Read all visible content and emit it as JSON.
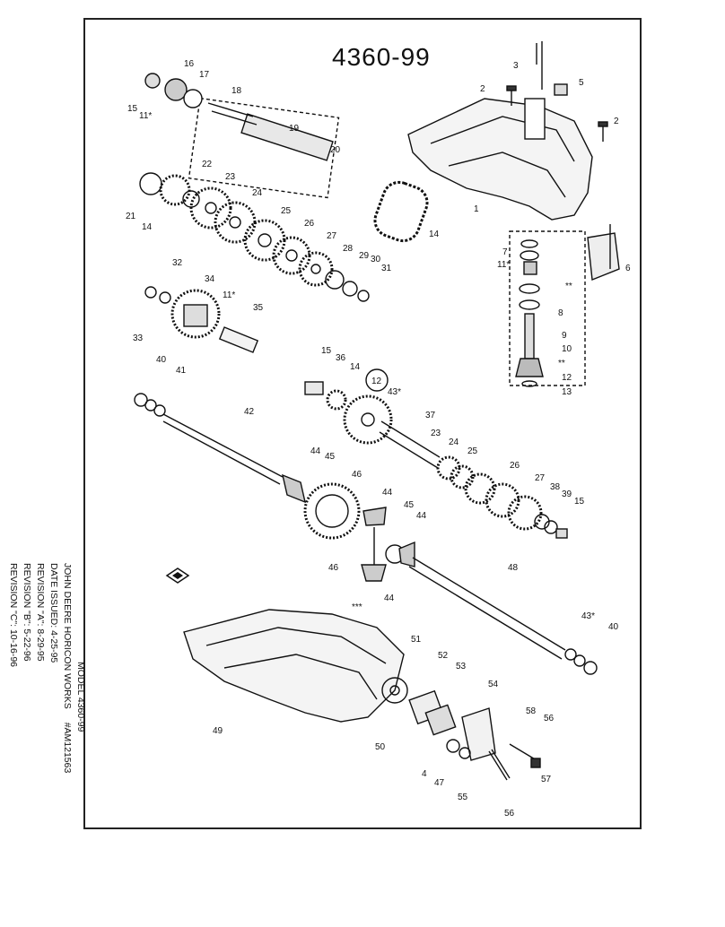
{
  "diagram": {
    "title": "4360-99",
    "part_labels": [
      {
        "id": "p1",
        "text": "1"
      },
      {
        "id": "p2a",
        "text": "2"
      },
      {
        "id": "p2b",
        "text": "2"
      },
      {
        "id": "p3",
        "text": "3"
      },
      {
        "id": "p4",
        "text": "4"
      },
      {
        "id": "p5",
        "text": "5"
      },
      {
        "id": "p6",
        "text": "6"
      },
      {
        "id": "p7",
        "text": "7"
      },
      {
        "id": "p8",
        "text": "8"
      },
      {
        "id": "p9",
        "text": "9"
      },
      {
        "id": "p10",
        "text": "10"
      },
      {
        "id": "p11a",
        "text": "11*"
      },
      {
        "id": "p11b",
        "text": "11*"
      },
      {
        "id": "p11c",
        "text": "11*"
      },
      {
        "id": "p12a",
        "text": "12"
      },
      {
        "id": "p12b",
        "text": "12"
      },
      {
        "id": "p13",
        "text": "13"
      },
      {
        "id": "p14a",
        "text": "14"
      },
      {
        "id": "p14b",
        "text": "14"
      },
      {
        "id": "p14c",
        "text": "14"
      },
      {
        "id": "p15a",
        "text": "15"
      },
      {
        "id": "p15b",
        "text": "15"
      },
      {
        "id": "p15c",
        "text": "15"
      },
      {
        "id": "p16",
        "text": "16"
      },
      {
        "id": "p17",
        "text": "17"
      },
      {
        "id": "p18",
        "text": "18"
      },
      {
        "id": "p19",
        "text": "19"
      },
      {
        "id": "p20",
        "text": "20"
      },
      {
        "id": "p21",
        "text": "21"
      },
      {
        "id": "p22",
        "text": "22"
      },
      {
        "id": "p23a",
        "text": "23"
      },
      {
        "id": "p23b",
        "text": "23"
      },
      {
        "id": "p24a",
        "text": "24"
      },
      {
        "id": "p24b",
        "text": "24"
      },
      {
        "id": "p25a",
        "text": "25"
      },
      {
        "id": "p25b",
        "text": "25"
      },
      {
        "id": "p26a",
        "text": "26"
      },
      {
        "id": "p26b",
        "text": "26"
      },
      {
        "id": "p27a",
        "text": "27"
      },
      {
        "id": "p27b",
        "text": "27"
      },
      {
        "id": "p28",
        "text": "28"
      },
      {
        "id": "p29",
        "text": "29"
      },
      {
        "id": "p30",
        "text": "30"
      },
      {
        "id": "p31",
        "text": "31"
      },
      {
        "id": "p32",
        "text": "32"
      },
      {
        "id": "p33",
        "text": "33"
      },
      {
        "id": "p34",
        "text": "34"
      },
      {
        "id": "p35",
        "text": "35"
      },
      {
        "id": "p36",
        "text": "36"
      },
      {
        "id": "p37",
        "text": "37"
      },
      {
        "id": "p38",
        "text": "38"
      },
      {
        "id": "p39",
        "text": "39"
      },
      {
        "id": "p40a",
        "text": "40"
      },
      {
        "id": "p40b",
        "text": "40"
      },
      {
        "id": "p41",
        "text": "41"
      },
      {
        "id": "p42",
        "text": "42"
      },
      {
        "id": "p43a",
        "text": "43*"
      },
      {
        "id": "p43b",
        "text": "43*"
      },
      {
        "id": "p44a",
        "text": "44"
      },
      {
        "id": "p44b",
        "text": "44"
      },
      {
        "id": "p44c",
        "text": "44"
      },
      {
        "id": "p44d",
        "text": "44"
      },
      {
        "id": "p45a",
        "text": "45"
      },
      {
        "id": "p45b",
        "text": "45"
      },
      {
        "id": "p46a",
        "text": "46"
      },
      {
        "id": "p46b",
        "text": "46"
      },
      {
        "id": "p47",
        "text": "47"
      },
      {
        "id": "p48",
        "text": "48"
      },
      {
        "id": "p49",
        "text": "49"
      },
      {
        "id": "p50",
        "text": "50"
      },
      {
        "id": "p51",
        "text": "51"
      },
      {
        "id": "p52",
        "text": "52"
      },
      {
        "id": "p53",
        "text": "53"
      },
      {
        "id": "p54",
        "text": "54"
      },
      {
        "id": "p55",
        "text": "55"
      },
      {
        "id": "p56a",
        "text": "56"
      },
      {
        "id": "p56b",
        "text": "56"
      },
      {
        "id": "p57",
        "text": "57"
      },
      {
        "id": "p58",
        "text": "58"
      },
      {
        "id": "s1",
        "text": "**"
      },
      {
        "id": "s2",
        "text": "**"
      },
      {
        "id": "s3",
        "text": "***"
      }
    ],
    "info_block": {
      "model_line": "MODEL 4360-99",
      "customer_line": "JOHN DEERE HORICON WORKS",
      "part_no": "#AM121563",
      "date_issued": "DATE ISSUED: 4-25-95",
      "rev_a": "REVISION \"A\": 8-29-95",
      "rev_b": "REVISION \"B\": 5-22-96",
      "rev_c": "REVISION \"C\": 10-16-96"
    }
  }
}
